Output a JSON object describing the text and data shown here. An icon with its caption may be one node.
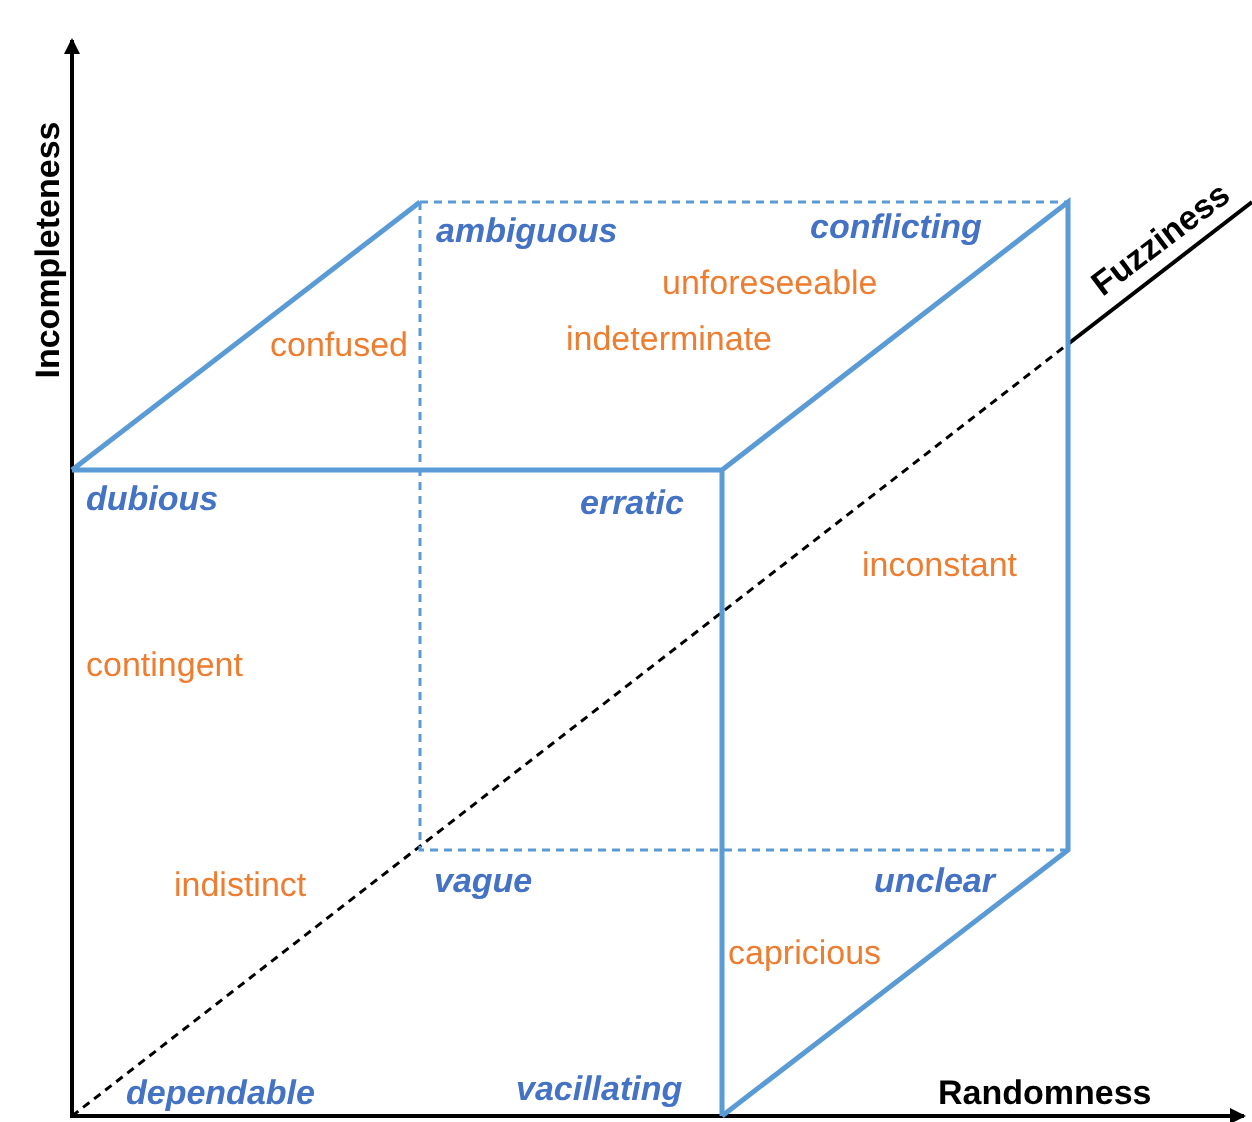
{
  "diagram": {
    "labels": [
      "Incompleteness",
      "Fuzziness",
      "ambiguous",
      "conflicting",
      "unforeseeable",
      "confused",
      "indeterminate",
      "dubious",
      "erratic",
      "inconstant",
      "contingent",
      "indistinct",
      "vague",
      "unclear",
      "capricious",
      "dependable",
      "vacillating",
      "Randomness"
    ]
  }
}
